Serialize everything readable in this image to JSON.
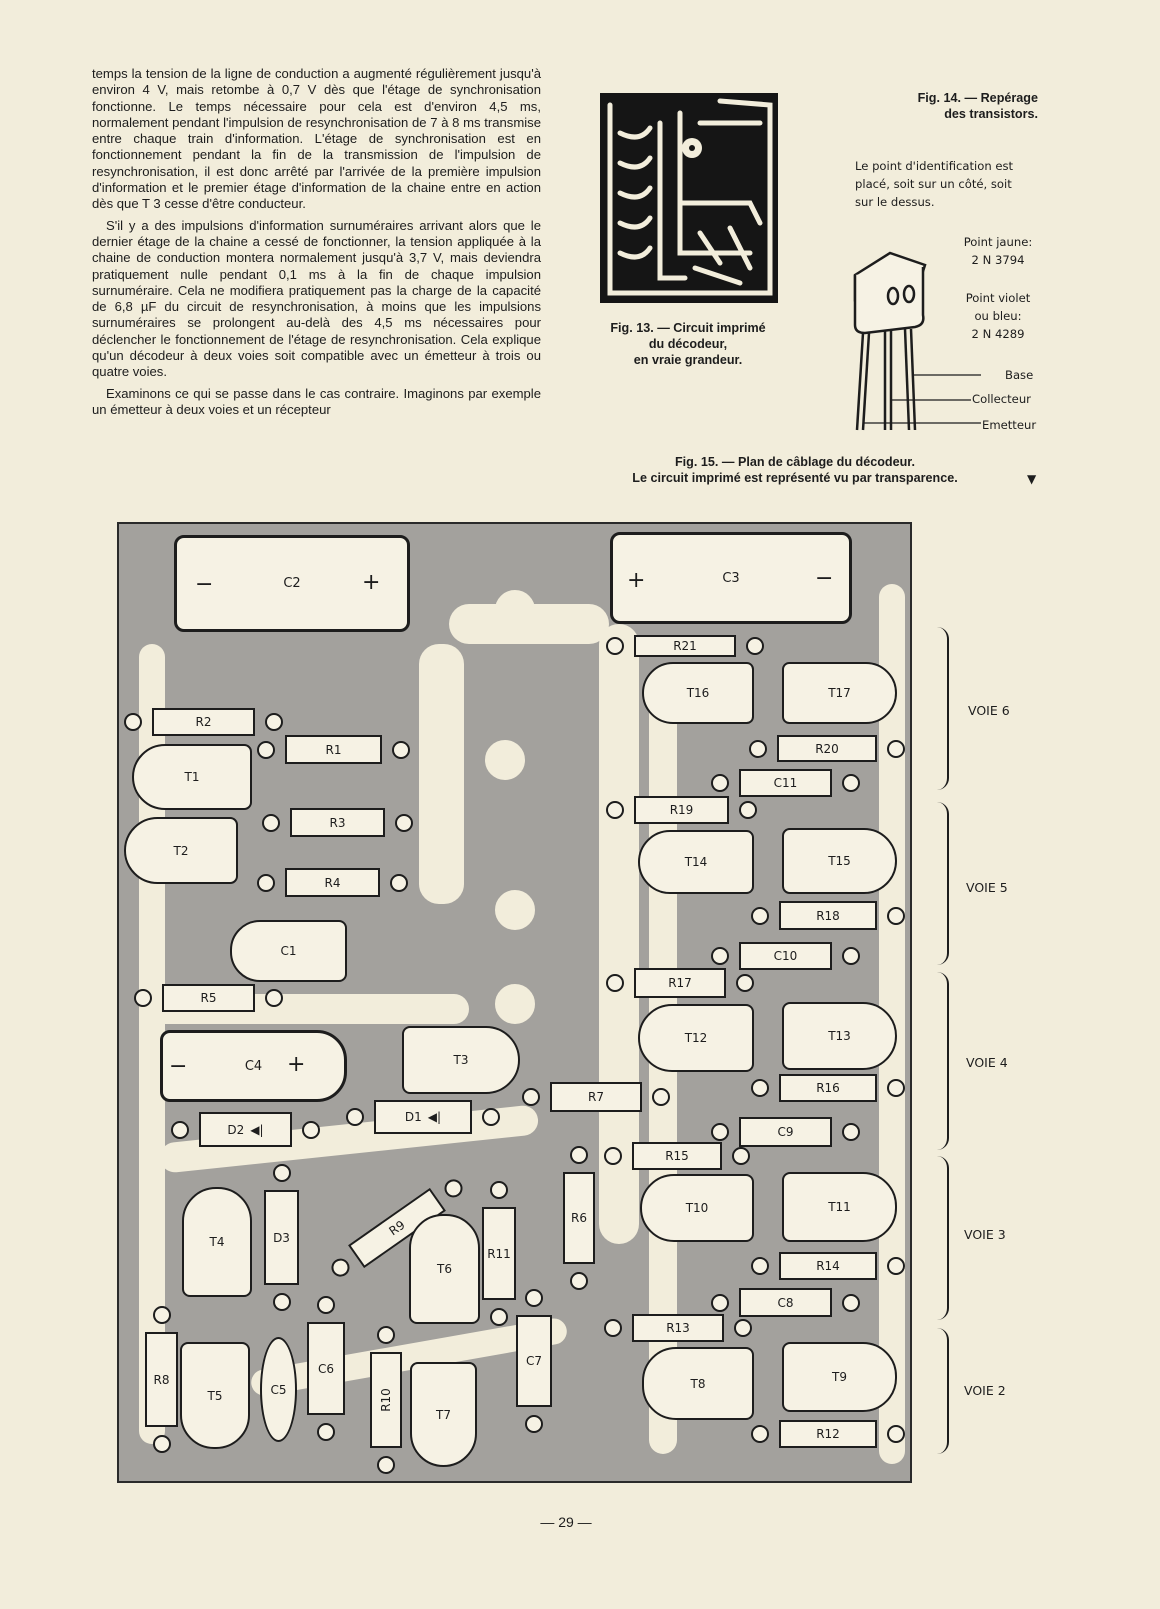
{
  "article": {
    "paragraphs": [
      "temps la tension de la ligne de conduction a augmenté régulièrement jusqu'à environ 4 V, mais retombe à 0,7 V dès que l'étage de synchronisation fonctionne. Le temps nécessaire pour cela est d'environ 4,5 ms, normalement pendant l'impulsion de resynchronisation de 7 à 8 ms transmise entre chaque train d'information. L'étage de synchronisation est en fonctionnement pendant la fin de la transmission de l'impulsion de resynchronisation, il est donc arrêté par l'arrivée de la première impulsion d'information et le premier étage d'information de la chaine entre en action dès que T 3 cesse d'être conducteur.",
      "S'il y a des impulsions d'information surnuméraires arrivant alors que le dernier étage de la chaine a cessé de fonctionner, la tension appliquée à la chaine de conduction montera normalement jusqu'à 3,7 V, mais deviendra pratiquement nulle pendant 0,1 ms à la fin de chaque impulsion surnuméraire. Cela ne modifiera pratiquement pas la charge de la capacité de 6,8 µF du circuit de resynchronisation, à moins que les impulsions surnuméraires se prolongent au-delà des 4,5 ms nécessaires pour déclencher le fonctionnement de l'étage de resynchronisation. Cela explique qu'un décodeur à deux voies soit compatible avec un émetteur à trois ou quatre voies.",
      "Examinons ce qui se passe dans le cas contraire. Imaginons par exemple un émetteur à deux voies et un récepteur"
    ]
  },
  "fig13": {
    "caption_1": "Fig. 13. — Circuit imprimé",
    "caption_2": "du décodeur,",
    "caption_3": "en vraie grandeur."
  },
  "fig14": {
    "caption_1": "Fig. 14. — Repérage",
    "caption_2": "des transistors.",
    "note_1": "Le point d'identification est",
    "note_2": "placé, soit sur un côté, soit",
    "note_3": "sur le dessus.",
    "yellow_1": "Point jaune:",
    "yellow_2": "2 N 3794",
    "violet_1": "Point violet",
    "violet_2": "ou bleu:",
    "violet_3": "2 N 4289",
    "pin_base": "Base",
    "pin_collector": "Collecteur",
    "pin_emitter": "Emetteur"
  },
  "fig15": {
    "caption_1": "Fig. 15. — Plan de câblage du décodeur.",
    "caption_2": "Le circuit imprimé est représenté vu par transparence.",
    "arrow": "▼"
  },
  "wiring_plan": {
    "components": {
      "C1": "C1",
      "C2": "C2",
      "C3": "C3",
      "C4": "C4",
      "C5": "C5",
      "C6": "C6",
      "C7": "C7",
      "C8": "C8",
      "C9": "C9",
      "C10": "C10",
      "C11": "C11",
      "R1": "R1",
      "R2": "R2",
      "R3": "R3",
      "R4": "R4",
      "R5": "R5",
      "R6": "R6",
      "R7": "R7",
      "R8": "R8",
      "R9": "R9",
      "R10": "R10",
      "R11": "R11",
      "R12": "R12",
      "R13": "R13",
      "R14": "R14",
      "R15": "R15",
      "R16": "R16",
      "R17": "R17",
      "R18": "R18",
      "R19": "R19",
      "R20": "R20",
      "R21": "R21",
      "T1": "T1",
      "T2": "T2",
      "T3": "T3",
      "T4": "T4",
      "T5": "T5",
      "T6": "T6",
      "T7": "T7",
      "T8": "T8",
      "T9": "T9",
      "T10": "T10",
      "T11": "T11",
      "T12": "T12",
      "T13": "T13",
      "T14": "T14",
      "T15": "T15",
      "T16": "T16",
      "T17": "T17",
      "D1": "D1",
      "D2": "D2",
      "D3": "D3"
    },
    "plus": "+",
    "minus": "−",
    "channels": [
      "VOIE 6",
      "VOIE 5",
      "VOIE 4",
      "VOIE 3",
      "VOIE 2"
    ]
  },
  "page_number": "— 29 —"
}
